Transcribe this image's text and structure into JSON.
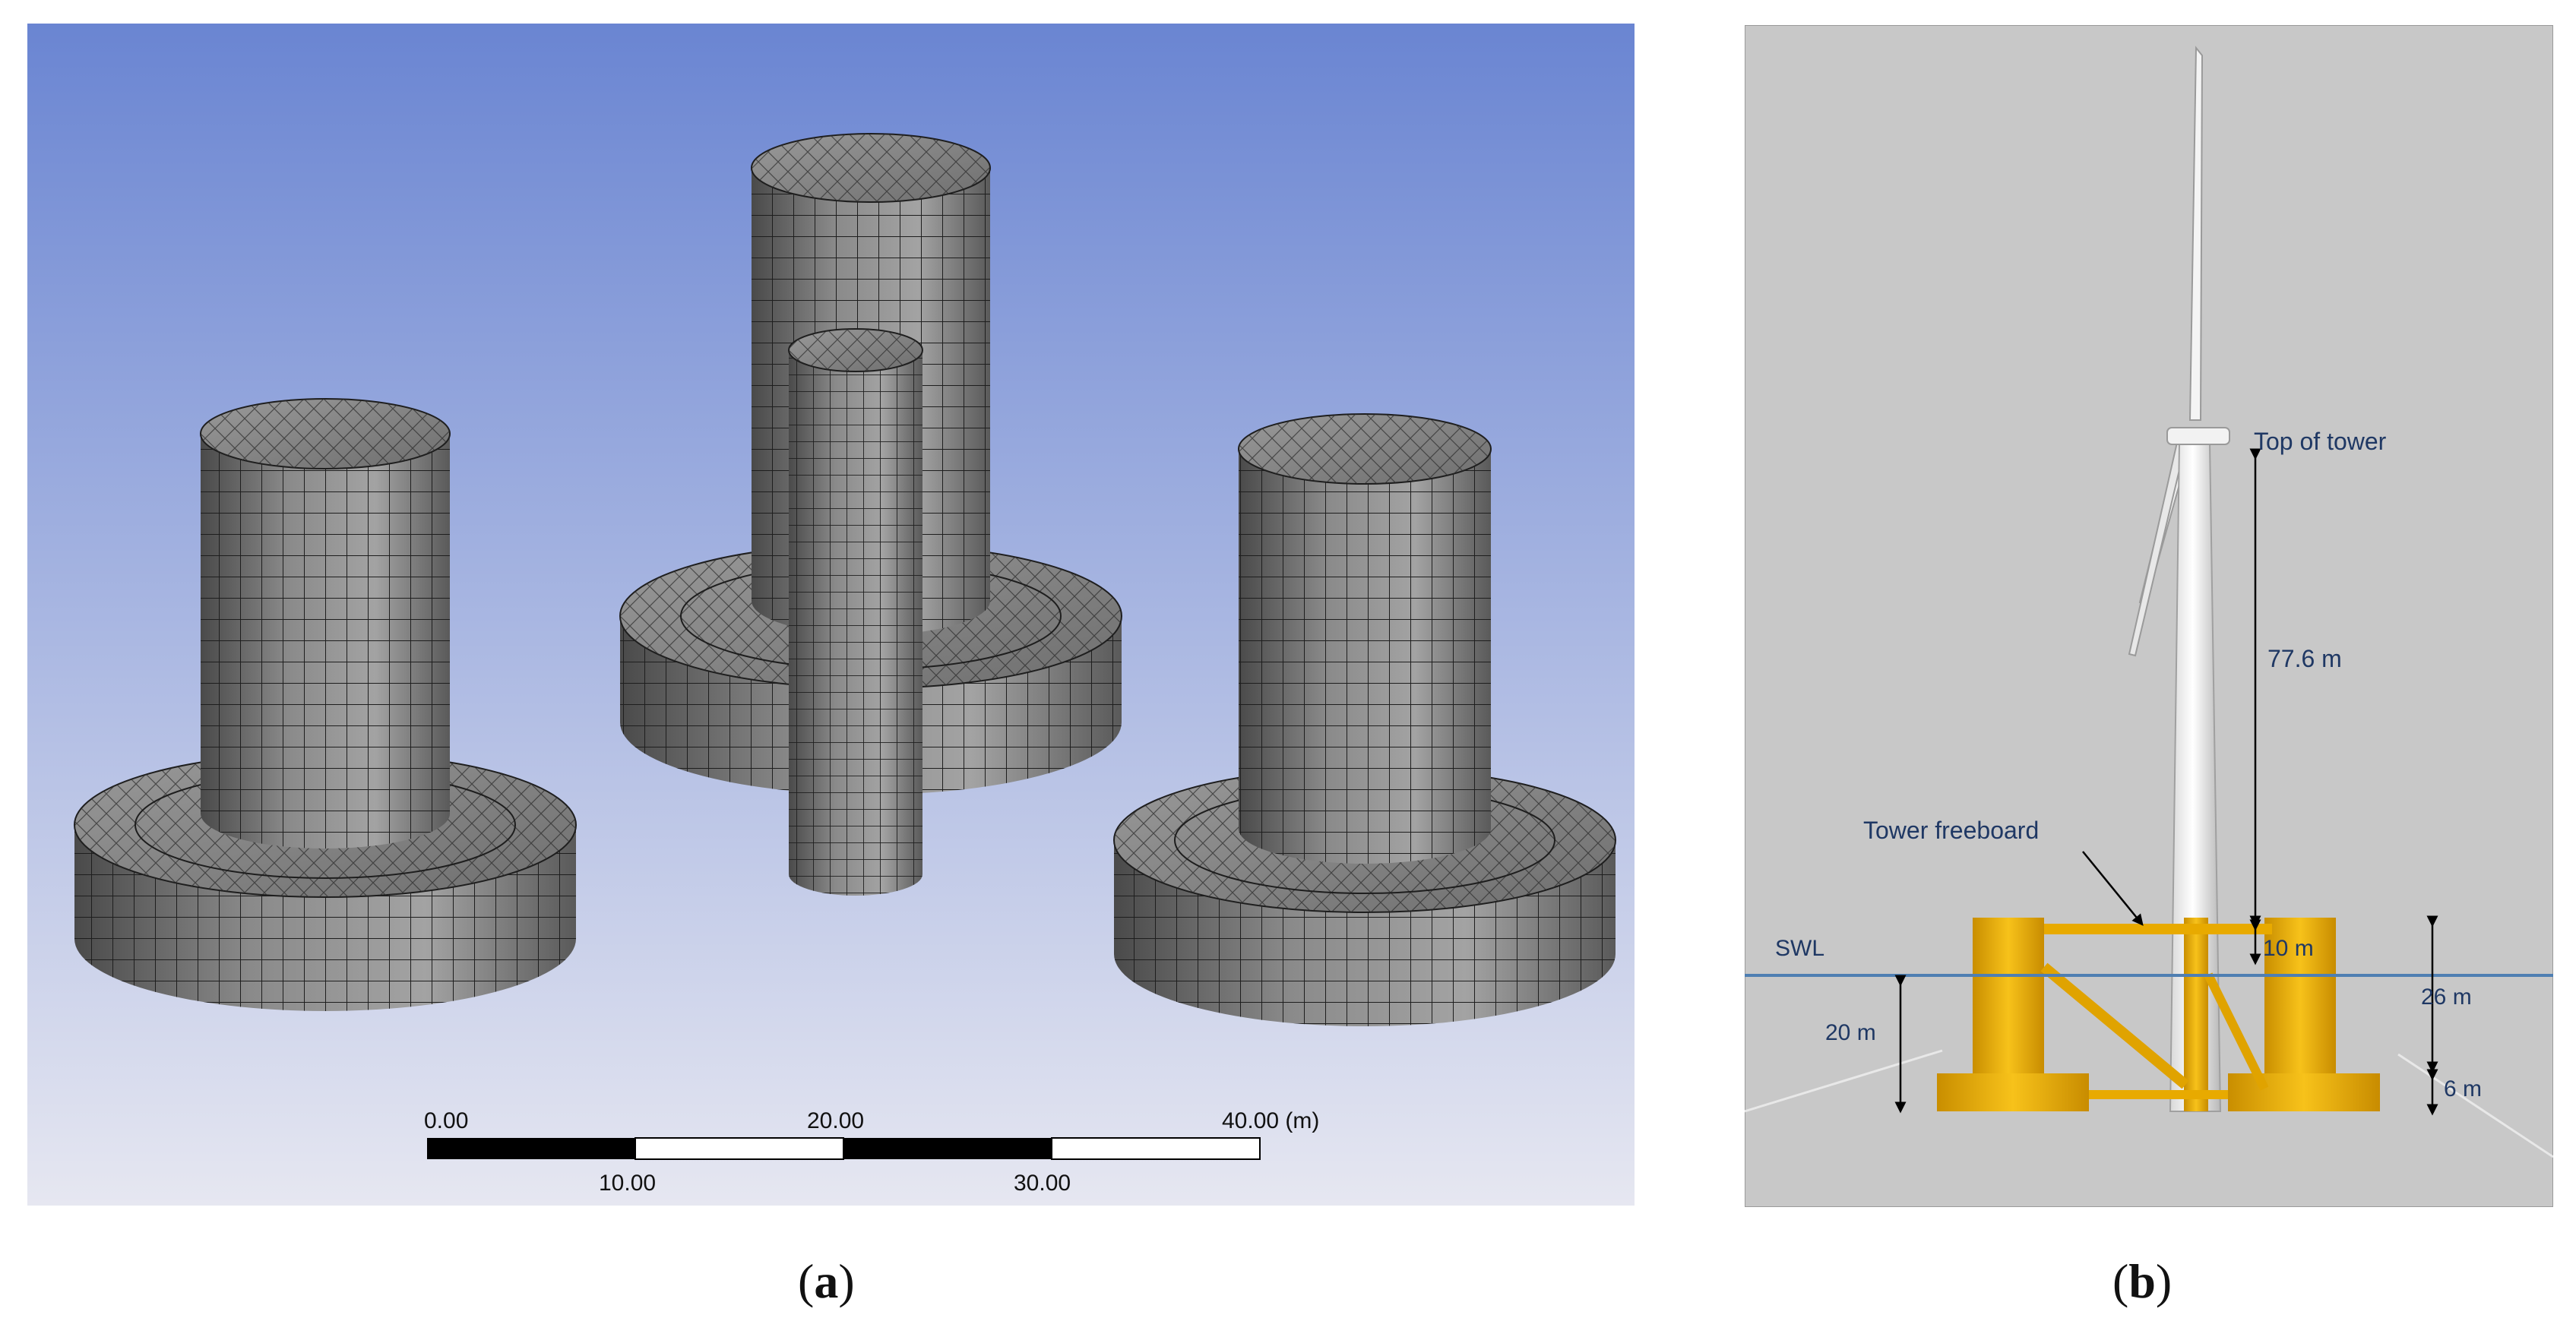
{
  "panel_a": {
    "caption_letter": "a",
    "scale_bar": {
      "upper_labels": [
        "0.00",
        "20.00",
        "40.00 (m)"
      ],
      "lower_labels": [
        "10.00",
        "30.00"
      ]
    }
  },
  "panel_b": {
    "caption_letter": "b",
    "labels": {
      "top_of_tower": "Top of tower",
      "tower_height": "77.6 m",
      "tower_freeboard": "Tower freeboard",
      "swl": "SWL",
      "freeboard_height": "10 m",
      "column_height": "26 m",
      "draft": "20 m",
      "base_height": "6 m"
    }
  },
  "colors": {
    "sky_top": "#6a85d2",
    "sky_bottom": "#e6e7f1",
    "mesh_gray": "#7a7a7a",
    "mesh_line": "#1e1e1e",
    "platform_yellow": "#f2b400",
    "label_blue": "#1f3864",
    "waterline": "#4f7fb2",
    "background_gray": "#c8c8c8"
  }
}
